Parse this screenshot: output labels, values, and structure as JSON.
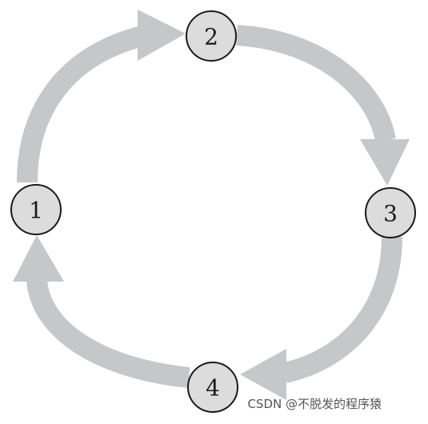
{
  "diagram": {
    "nodes": [
      {
        "id": "n1",
        "label": "1"
      },
      {
        "id": "n2",
        "label": "2"
      },
      {
        "id": "n3",
        "label": "3"
      },
      {
        "id": "n4",
        "label": "4"
      }
    ],
    "edges": [
      {
        "from": "1",
        "to": "2"
      },
      {
        "from": "2",
        "to": "3"
      },
      {
        "from": "3",
        "to": "4"
      },
      {
        "from": "4",
        "to": "1"
      }
    ],
    "colors": {
      "arrow": "#c6c7c8",
      "node_fill": "#dcdcdc",
      "node_stroke": "#1a1a1a"
    }
  },
  "watermark": {
    "text": "CSDN @不脱发的程序猿"
  }
}
